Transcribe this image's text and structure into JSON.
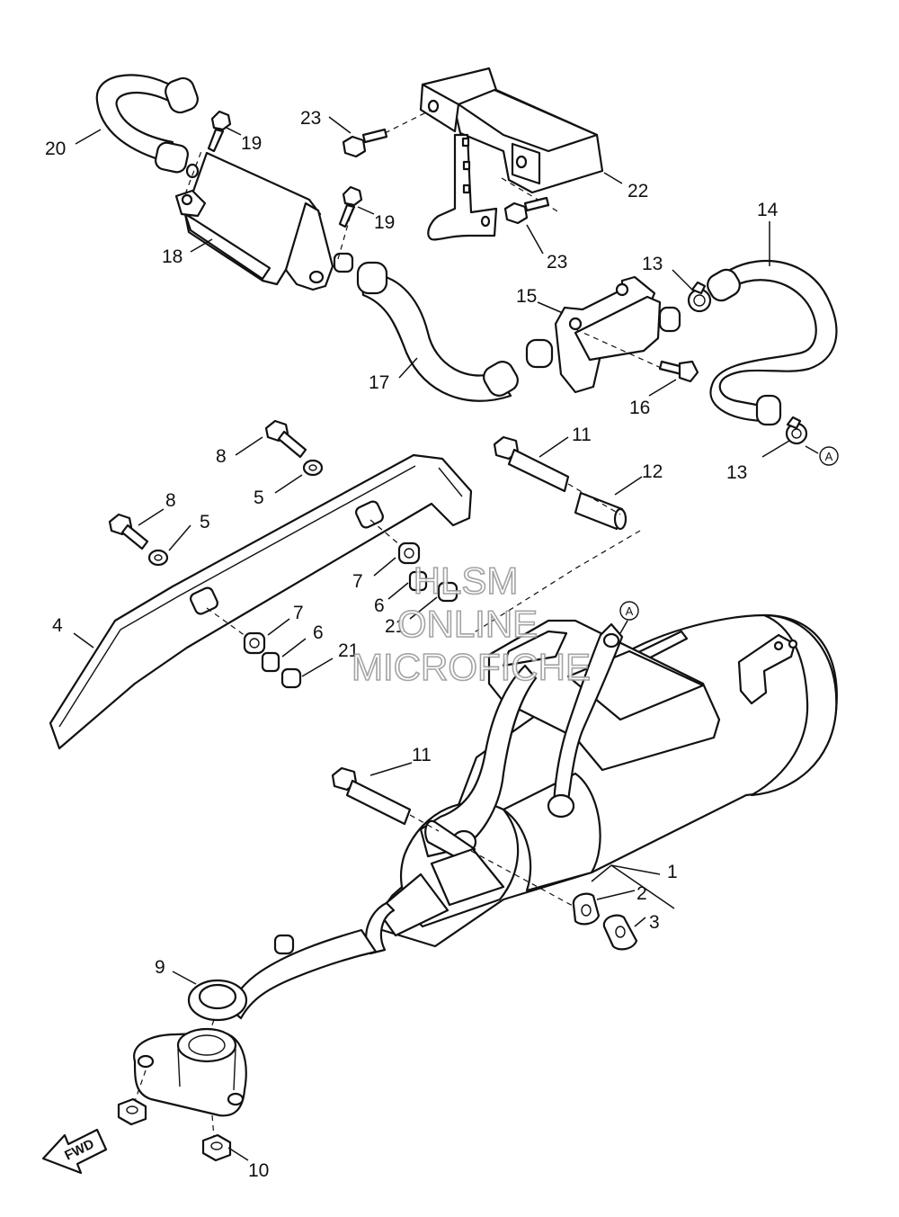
{
  "callouts": [
    {
      "id": "c1",
      "text": "1"
    },
    {
      "id": "c2",
      "text": "2"
    },
    {
      "id": "c3",
      "text": "3"
    },
    {
      "id": "c4",
      "text": "4"
    },
    {
      "id": "c5a",
      "text": "5"
    },
    {
      "id": "c5b",
      "text": "5"
    },
    {
      "id": "c6a",
      "text": "6"
    },
    {
      "id": "c6b",
      "text": "6"
    },
    {
      "id": "c7a",
      "text": "7"
    },
    {
      "id": "c7b",
      "text": "7"
    },
    {
      "id": "c8a",
      "text": "8"
    },
    {
      "id": "c8b",
      "text": "8"
    },
    {
      "id": "c9",
      "text": "9"
    },
    {
      "id": "c10",
      "text": "10"
    },
    {
      "id": "c11a",
      "text": "11"
    },
    {
      "id": "c11b",
      "text": "11"
    },
    {
      "id": "c12",
      "text": "12"
    },
    {
      "id": "c13a",
      "text": "13"
    },
    {
      "id": "c13b",
      "text": "13"
    },
    {
      "id": "c14",
      "text": "14"
    },
    {
      "id": "c15",
      "text": "15"
    },
    {
      "id": "c16",
      "text": "16"
    },
    {
      "id": "c17",
      "text": "17"
    },
    {
      "id": "c18",
      "text": "18"
    },
    {
      "id": "c19a",
      "text": "19"
    },
    {
      "id": "c19b",
      "text": "19"
    },
    {
      "id": "c20",
      "text": "20"
    },
    {
      "id": "c21a",
      "text": "21"
    },
    {
      "id": "c21b",
      "text": "21"
    },
    {
      "id": "c22",
      "text": "22"
    },
    {
      "id": "c23a",
      "text": "23"
    },
    {
      "id": "c23b",
      "text": "23"
    }
  ],
  "reference_marks": [
    {
      "id": "refA1",
      "text": "A"
    },
    {
      "id": "refA2",
      "text": "A"
    }
  ],
  "direction_arrow": {
    "text": "FWD"
  },
  "watermark": {
    "line1": "HLSM",
    "line2": "ONLINE",
    "line3": "MICROFICHE"
  }
}
